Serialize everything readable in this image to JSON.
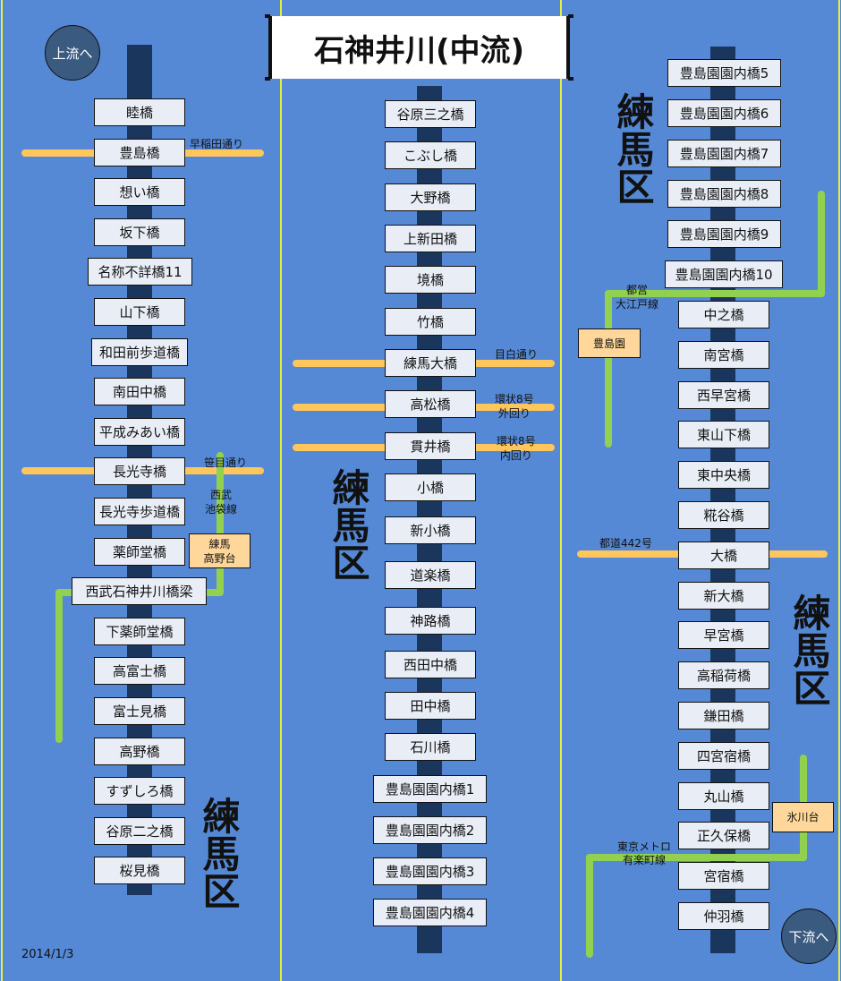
{
  "title": "石神井川(中流)",
  "nav": {
    "upstream": "上流へ",
    "downstream": "下流へ"
  },
  "date": "2014/1/3",
  "ward": "練馬区",
  "columns": {
    "left": [
      "睦橋",
      "豊島橋",
      "想い橋",
      "坂下橋",
      "名称不詳橋11",
      "山下橋",
      "和田前歩道橋",
      "南田中橋",
      "平成みあい橋",
      "長光寺橋",
      "長光寺歩道橋",
      "薬師堂橋",
      "西武石神井川橋梁",
      "下薬師堂橋",
      "高富士橋",
      "富士見橋",
      "高野橋",
      "すずしろ橋",
      "谷原二之橋",
      "桜見橋"
    ],
    "middle": [
      "谷原三之橋",
      "こぶし橋",
      "大野橋",
      "上新田橋",
      "境橋",
      "竹橋",
      "練馬大橋",
      "高松橋",
      "貫井橋",
      "小橋",
      "新小橋",
      "道楽橋",
      "神路橋",
      "西田中橋",
      "田中橋",
      "石川橋",
      "豊島園園内橋1",
      "豊島園園内橋2",
      "豊島園園内橋3",
      "豊島園園内橋4"
    ],
    "right": [
      "豊島園園内橋5",
      "豊島園園内橋6",
      "豊島園園内橋7",
      "豊島園園内橋8",
      "豊島園園内橋9",
      "豊島園園内橋10",
      "中之橋",
      "南宮橋",
      "西早宮橋",
      "東山下橋",
      "東中央橋",
      "糀谷橋",
      "大橋",
      "新大橋",
      "早宮橋",
      "高稲荷橋",
      "鎌田橋",
      "四宮宿橋",
      "丸山橋",
      "正久保橋",
      "宮宿橋",
      "仲羽橋"
    ]
  },
  "roads": {
    "waseda": "早稲田通り",
    "sasame": "笹目通り",
    "mejiro": "目白通り",
    "kanpachi_outer": [
      "環状8号",
      "外回り"
    ],
    "kanpachi_inner": [
      "環状8号",
      "内回り"
    ],
    "todo442": "都道442号"
  },
  "lines": {
    "seibu": [
      "西武",
      "池袋線"
    ],
    "oedo": [
      "都営",
      "大江戸線"
    ],
    "yurakucho": [
      "東京メトロ",
      "有楽町線"
    ]
  },
  "stations": {
    "nerima_takanodai": [
      "練馬",
      "高野台"
    ],
    "toshimaen": "豊島園",
    "hikawadai": "氷川台"
  },
  "colors": {
    "background": "#5589d6",
    "river": "#1b365d",
    "road": "#ffc65c",
    "rail": "#92d050",
    "station": "#ffd79a"
  }
}
